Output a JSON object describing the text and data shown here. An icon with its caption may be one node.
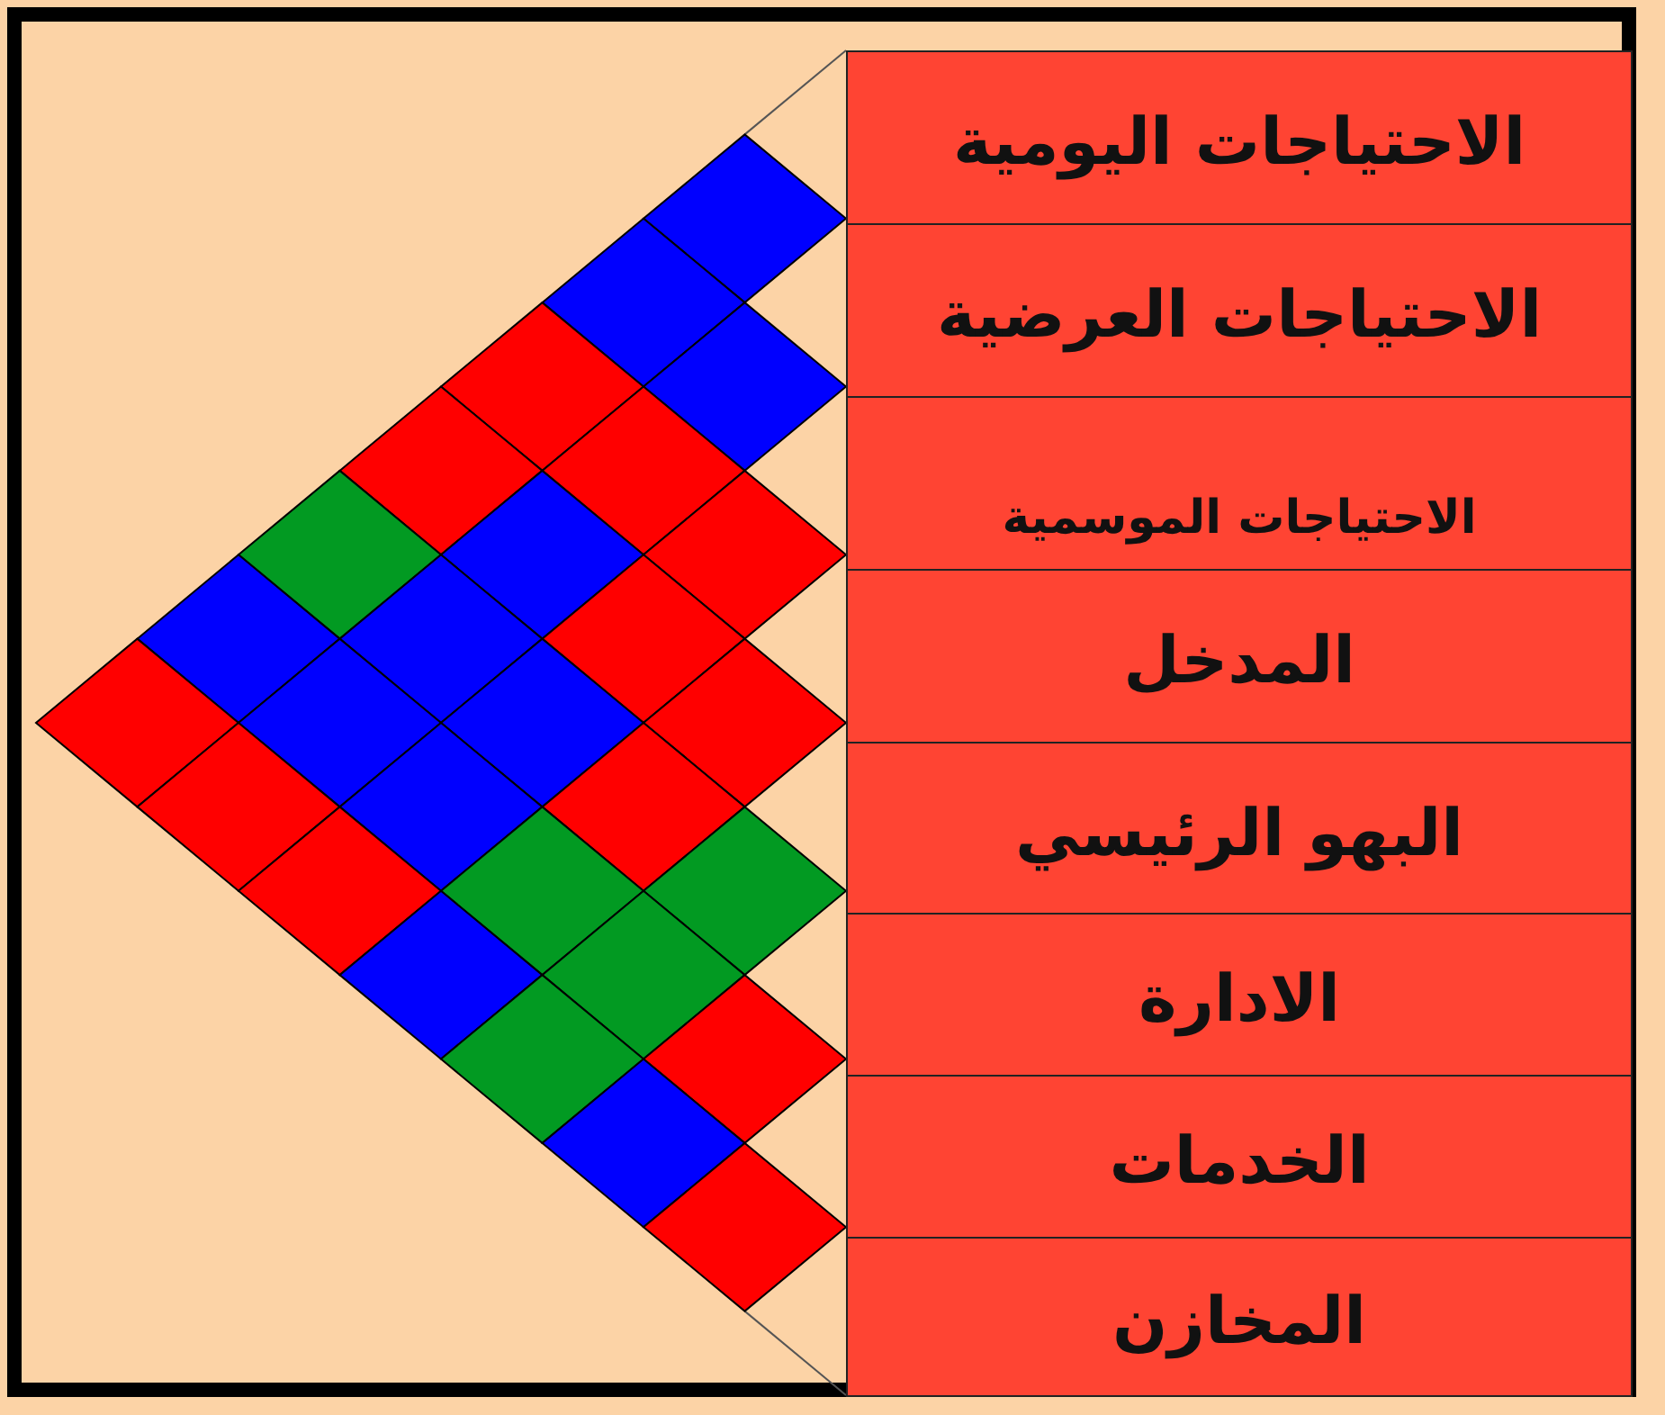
{
  "diagram": {
    "nodes": [
      {
        "text": [
          "الاحتياجات اليومية"
        ]
      },
      {
        "text": [
          "الاحتياجات العرضية"
        ]
      },
      {
        "text": [
          "الاحتياجات الموسمية"
        ]
      },
      {
        "text": [
          "المدخل"
        ]
      },
      {
        "text": [
          "البهو الرئيسي"
        ]
      },
      {
        "text": [
          "الادارة"
        ]
      },
      {
        "text": [
          "الخدمات"
        ]
      },
      {
        "text": [
          "المخازن"
        ]
      },
      {
        "text": [],
        "shape": "diamond"
      },
      {
        "text": [],
        "shape": "diamond"
      },
      {
        "text": [],
        "shape": "diamond"
      },
      {
        "text": [],
        "shape": "diamond"
      },
      {
        "text": [],
        "shape": "diamond"
      },
      {
        "text": [],
        "shape": "diamond"
      },
      {
        "text": [],
        "shape": "diamond"
      },
      {
        "text": [],
        "shape": "diamond"
      },
      {
        "text": [],
        "shape": "diamond"
      },
      {
        "text": [],
        "shape": "diamond"
      },
      {
        "text": [],
        "shape": "diamond"
      },
      {
        "text": [],
        "shape": "diamond"
      },
      {
        "text": [],
        "shape": "diamond"
      },
      {
        "text": [],
        "shape": "diamond"
      },
      {
        "text": [],
        "shape": "diamond"
      },
      {
        "text": [],
        "shape": "diamond"
      },
      {
        "text": [],
        "shape": "diamond"
      },
      {
        "text": [],
        "shape": "diamond"
      },
      {
        "text": [],
        "shape": "diamond"
      },
      {
        "text": [],
        "shape": "diamond"
      },
      {
        "text": [],
        "shape": "diamond"
      },
      {
        "text": [],
        "shape": "diamond"
      },
      {
        "text": [],
        "shape": "diamond"
      },
      {
        "text": [],
        "shape": "diamond"
      },
      {
        "text": [],
        "shape": "diamond"
      },
      {
        "text": [],
        "shape": "diamond"
      },
      {
        "text": [],
        "shape": "diamond"
      },
      {
        "text": [],
        "shape": "diamond"
      }
    ],
    "edges": [
      {
        "from": 0,
        "to": 8,
        "arrow": "none",
        "color": "#555555"
      },
      {
        "from": 7,
        "to": 35,
        "arrow": "none",
        "color": "#555555"
      }
    ]
  }
}
